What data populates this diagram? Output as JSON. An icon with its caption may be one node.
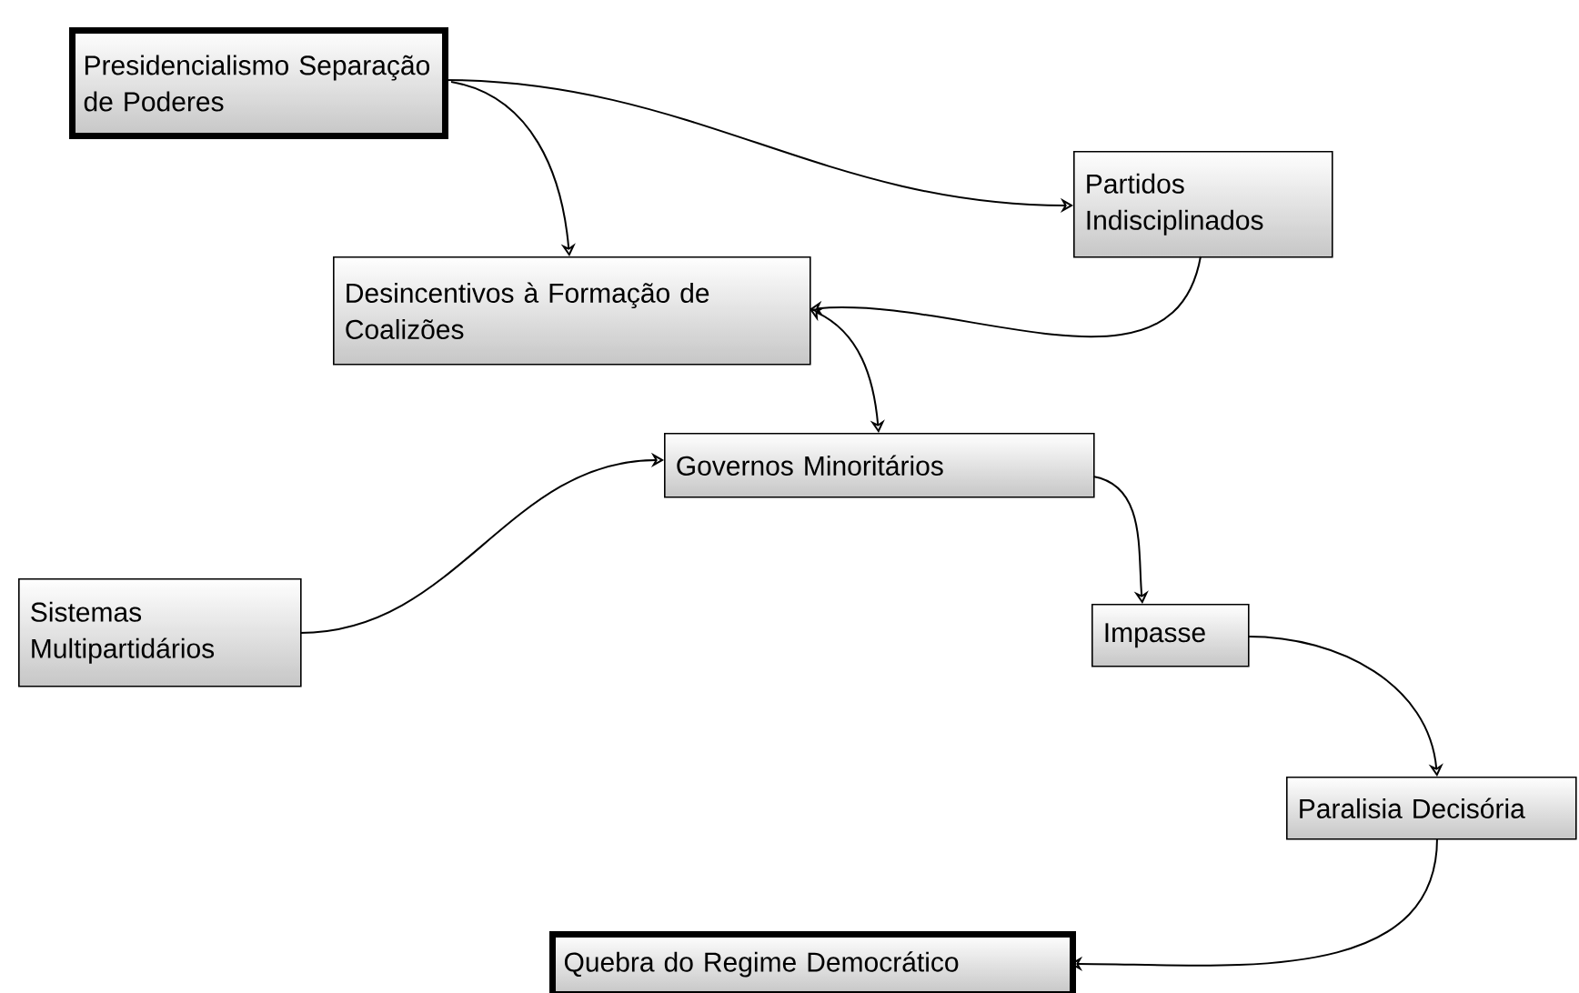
{
  "diagram": {
    "nodes": [
      {
        "text": [
          "Presidencialismo Separação de Poderes"
        ]
      },
      {
        "text": [
          "Partidos Indisciplinados"
        ]
      },
      {
        "text": [
          "Desincentivos à Formação de Coalizões"
        ]
      },
      {
        "text": [
          "Governos Minoritários"
        ]
      },
      {
        "text": [
          "Sistemas Multipartidários"
        ]
      },
      {
        "text": [
          "Impasse"
        ]
      },
      {
        "text": [
          "Paralisia Decisória"
        ]
      },
      {
        "text": [
          "Quebra do Regime Democrático"
        ]
      }
    ],
    "edges": [
      {
        "from": 0,
        "to": 2,
        "arrow": "to"
      },
      {
        "from": 0,
        "to": 1,
        "arrow": "to"
      },
      {
        "from": 1,
        "to": 2,
        "arrow": "to"
      },
      {
        "from": 2,
        "to": 3,
        "arrow": "both"
      },
      {
        "from": 4,
        "to": 3,
        "arrow": "to"
      },
      {
        "from": 3,
        "to": 5,
        "arrow": "to"
      },
      {
        "from": 5,
        "to": 6,
        "arrow": "to"
      },
      {
        "from": 6,
        "to": 7,
        "arrow": "to"
      }
    ]
  }
}
